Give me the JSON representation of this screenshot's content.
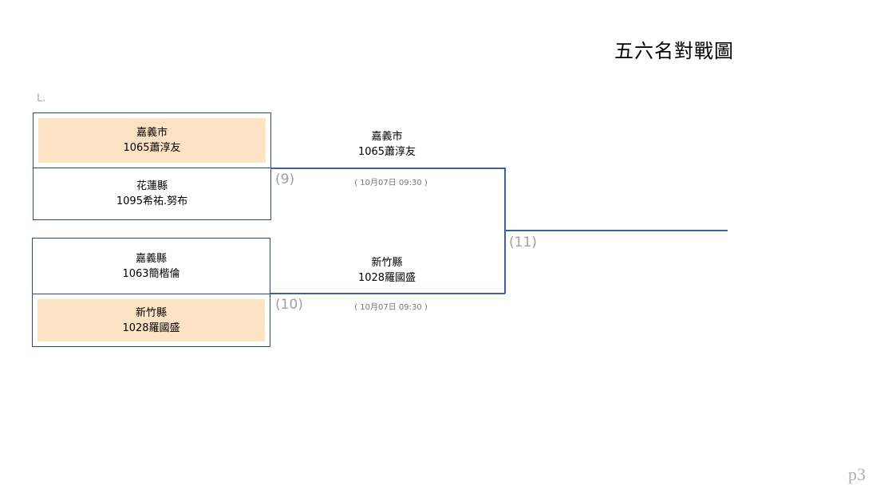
{
  "title": "五六名對戰圖",
  "corner_label": "L.",
  "page_label": "p3",
  "colors": {
    "border": "#2e4a7a",
    "line": "#3a62a0",
    "winner_fill": "#fde3c4",
    "label_gray": "#a0a0a0"
  },
  "matches": [
    {
      "number": "(9)",
      "time": "( 10月07日 09:30 )",
      "players": [
        {
          "team": "嘉義市",
          "name": "1065蕭淳友",
          "winner": true
        },
        {
          "team": "花蓮縣",
          "name": "1095希祐.努布",
          "winner": false
        }
      ],
      "result": {
        "team": "嘉義市",
        "name": "1065蕭淳友"
      }
    },
    {
      "number": "(10)",
      "time": "( 10月07日 09:30 )",
      "players": [
        {
          "team": "嘉義縣",
          "name": "1063簡楷倫",
          "winner": false
        },
        {
          "team": "新竹縣",
          "name": "1028羅國盛",
          "winner": true
        }
      ],
      "result": {
        "team": "新竹縣",
        "name": "1028羅國盛"
      }
    }
  ],
  "final_match": {
    "number": "(11)"
  }
}
